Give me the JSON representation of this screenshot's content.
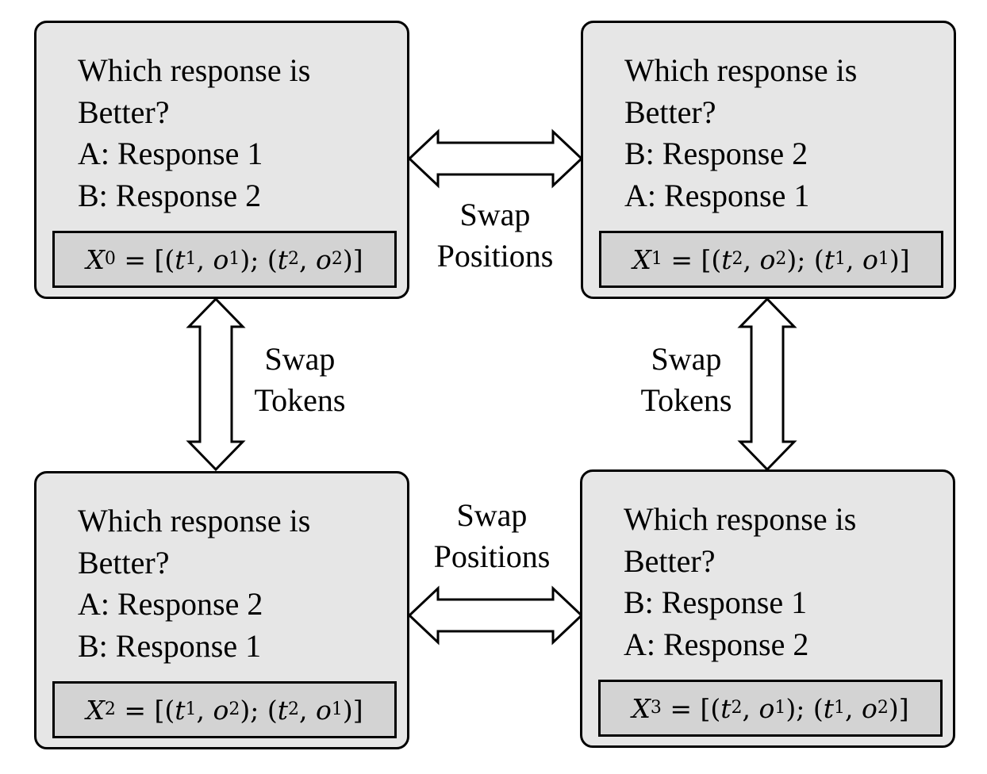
{
  "panels": {
    "top_left": {
      "lines": [
        "Which response is",
        "Better?",
        "A: Response 1",
        "B: Response 2"
      ],
      "formula": {
        "var": "X",
        "sub": "0",
        "p1": {
          "t": "1",
          "o": "1"
        },
        "p2": {
          "t": "2",
          "o": "2"
        }
      }
    },
    "top_right": {
      "lines": [
        "Which response is",
        "Better?",
        "B: Response 2",
        "A: Response 1"
      ],
      "formula": {
        "var": "X",
        "sub": "1",
        "p1": {
          "t": "2",
          "o": "2"
        },
        "p2": {
          "t": "1",
          "o": "1"
        }
      }
    },
    "bottom_left": {
      "lines": [
        "Which response is",
        "Better?",
        "A: Response 2",
        "B: Response 1"
      ],
      "formula": {
        "var": "X",
        "sub": "2",
        "p1": {
          "t": "1",
          "o": "2"
        },
        "p2": {
          "t": "2",
          "o": "1"
        }
      }
    },
    "bottom_right": {
      "lines": [
        "Which response is",
        "Better?",
        "B: Response 1",
        "A: Response 2"
      ],
      "formula": {
        "var": "X",
        "sub": "3",
        "p1": {
          "t": "2",
          "o": "1"
        },
        "p2": {
          "t": "1",
          "o": "2"
        }
      }
    }
  },
  "labels": {
    "swap_positions_top": [
      "Swap",
      "Positions"
    ],
    "swap_positions_bottom": [
      "Swap",
      "Positions"
    ],
    "swap_tokens_left": [
      "Swap",
      "Tokens"
    ],
    "swap_tokens_right": [
      "Swap",
      "Tokens"
    ]
  },
  "colors": {
    "panel_fill": "#e6e6e6",
    "formula_fill": "#d3d3d3",
    "stroke": "#000000"
  }
}
